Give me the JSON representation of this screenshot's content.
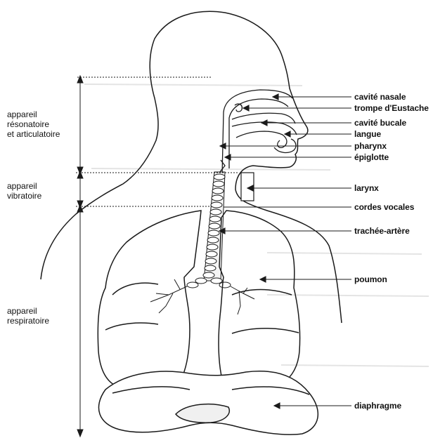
{
  "left_labels": {
    "resonator": [
      "appareil",
      "résonatoire",
      "et articulatoire"
    ],
    "vibratory": [
      "appareil",
      "vibratoire"
    ],
    "respiratory": [
      "appareil",
      "respiratoire"
    ]
  },
  "right_labels": {
    "nasal_cavity": "cavité nasale",
    "eustachian_tube": "trompe d'Eustache",
    "oral_cavity": "cavité bucale",
    "tongue": "langue",
    "pharynx": "pharynx",
    "epiglottis": "épiglotte",
    "larynx": "larynx",
    "vocal_cords": "cordes vocales",
    "trachea": "trachée-artère",
    "lung": "poumon",
    "diaphragm": "diaphragme"
  },
  "colors": {
    "ink": "#1a1a1a",
    "faint": "#d8d8d8"
  }
}
